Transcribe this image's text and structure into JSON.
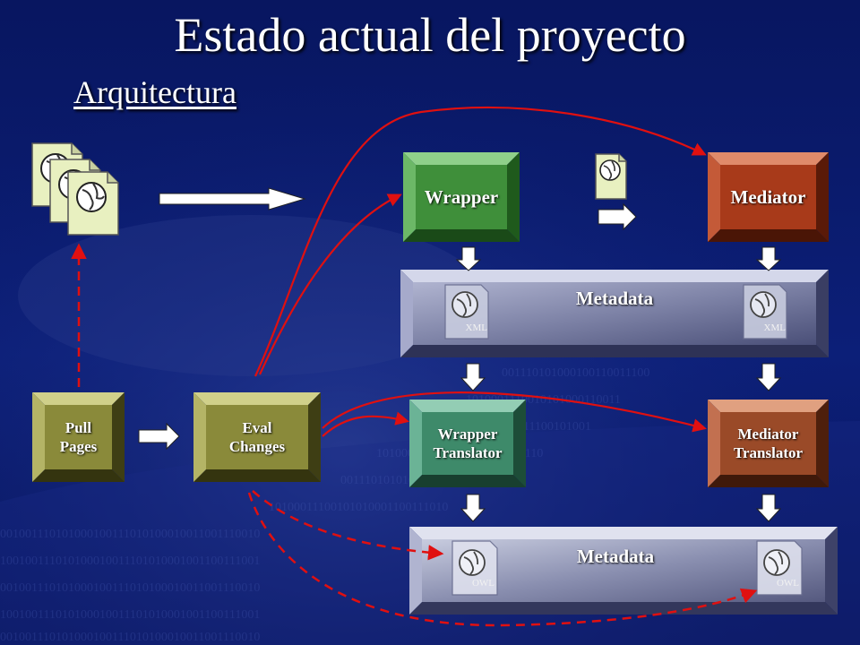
{
  "title": "Estado actual del proyecto",
  "subtitle": "Arquitectura",
  "boxes": {
    "wrapper": "Wrapper",
    "mediator": "Mediator",
    "metadata_top": "Metadata",
    "metadata_bottom": "Metadata",
    "wrapper_translator": "Wrapper\nTranslator",
    "mediator_translator": "Mediator\nTranslator",
    "pull_pages": "Pull\nPages",
    "eval_changes": "Eval\nChanges"
  },
  "doc_labels": {
    "xml_left": "XML",
    "xml_right": "XML",
    "owl_left": "OWL",
    "owl_right": "OWL"
  },
  "icons": {
    "web_pages": "globe-document-stack-icon",
    "single_page": "globe-document-icon",
    "metadata_doc": "globe-document-icon"
  },
  "colors": {
    "background": "#0b1a6b",
    "wrapper": "#3f8f3a",
    "mediator": "#a83a1a",
    "metadata": "#7d82a6",
    "wrapper_translator": "#3e8a6a",
    "mediator_translator": "#9a4a28",
    "pull_pages": "#8a8a3a",
    "eval_changes": "#8a8a3a",
    "red_arrow": "#e01010"
  }
}
